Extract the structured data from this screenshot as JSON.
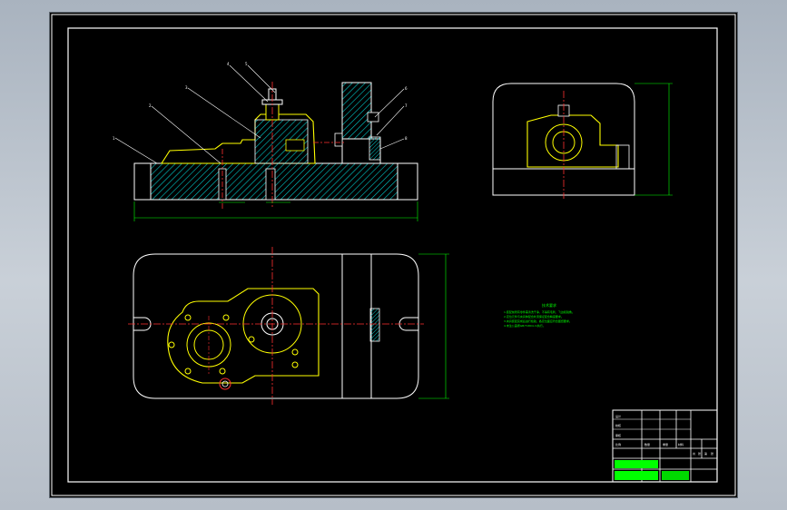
{
  "colors": {
    "background": "#000000",
    "frame": "#ffffff",
    "outline": "#ffffff",
    "part_outline": "#ffff00",
    "hatch": "#00c8c8",
    "center_line": "#ff3030",
    "dimension": "#00ff00",
    "notes": "#00ff00",
    "title_block_fill": "#00ff00"
  },
  "front_view": {
    "leader_numbers": [
      "1",
      "2",
      "3",
      "4",
      "5",
      "6",
      "7",
      "8"
    ]
  },
  "technical_notes": {
    "heading": "技术要求",
    "lines": [
      "1.装配前所有零件需清洗干净，不得有毛刺、飞边和锐角。",
      "2.定位元件与夹具体配合处须保证配合精度要求。",
      "3.夹具装配完成后进行检验，各定位面应符合图纸要求。",
      "4.未注公差按GB/T1804-m执行。"
    ]
  },
  "title_block": {
    "cells": [
      "设计",
      "校核",
      "审核",
      "比例",
      "数量",
      "重量",
      "材料",
      "共",
      "张",
      "第",
      "张"
    ]
  }
}
